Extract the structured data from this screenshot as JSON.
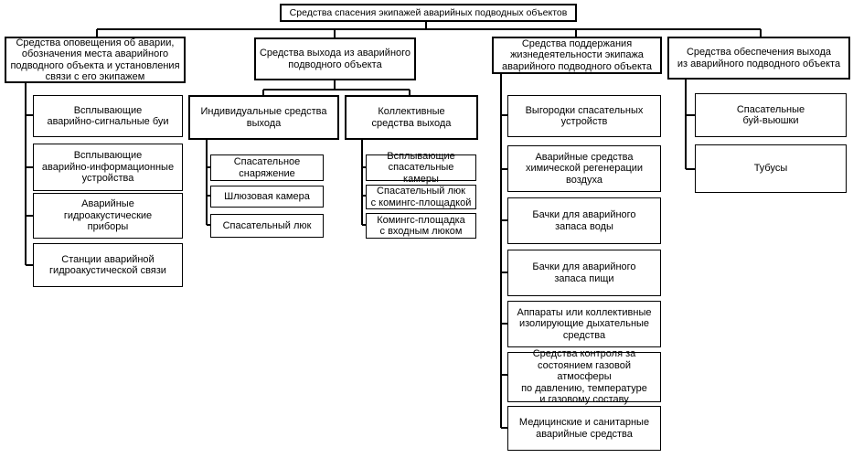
{
  "root": "Средства спасения экипажей аварийных подводных объектов",
  "columns": [
    {
      "title": "Средства оповещения об аварии,\nобозначения места аварийного\nподводного объекта и установления\nсвязи с его экипажем",
      "items": [
        "Всплывающие\nаварийно-сигнальные буи",
        "Всплывающие\nаварийно-информационные\nустройства",
        "Аварийные\nгидроакустические\nприборы",
        "Станции аварийной\nгидроакустической связи"
      ]
    },
    {
      "title": "Средства выхода из аварийного\nподводного объекта",
      "groups": [
        {
          "title": "Индивидуальные средства\nвыхода",
          "items": [
            "Спасательное\nснаряжение",
            "Шлюзовая камера",
            "Спасательный люк"
          ]
        },
        {
          "title": "Коллективные\nсредства выхода",
          "items": [
            "Всплывающие\nспасательные камеры",
            "Спасательный люк\nс комингс-площадкой",
            "Комингс-площадка\nс входным люком"
          ]
        }
      ]
    },
    {
      "title": "Средства поддержания\nжизнедеятельности экипажа\nаварийного подводного объекта",
      "items": [
        "Выгородки спасательных\nустройств",
        "Аварийные средства\nхимической регенерации\nвоздуха",
        "Бачки для аварийного\nзапаса воды",
        "Бачки для аварийного\nзапаса пищи",
        "Аппараты или коллективные\nизолирующие дыхательные\nсредства",
        "Средства контроля за\nсостоянием газовой атмосферы\nпо давлению, температуре\nи газовому составу",
        "Медицинские и санитарные\nаварийные средства"
      ]
    },
    {
      "title": "Средства обеспечения выхода\nиз аварийного подводного объекта",
      "items": [
        "Спасательные\nбуй-вьюшки",
        "Тубусы"
      ]
    }
  ]
}
